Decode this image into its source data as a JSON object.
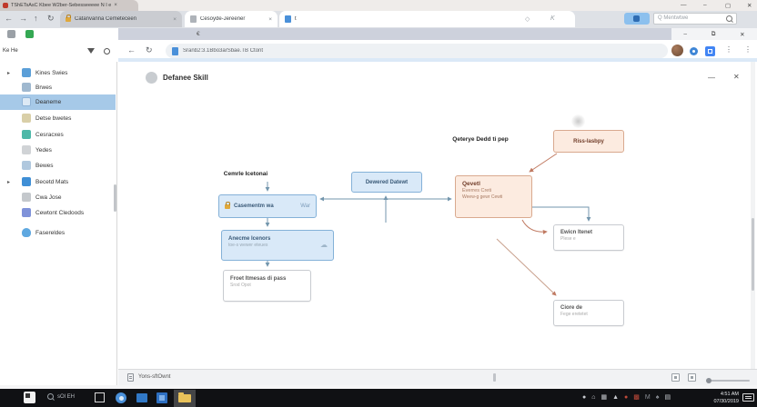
{
  "window": {
    "title": "TShETsAsC Kbee W2ber-Sebesseeeee N I e",
    "tab_close": "×",
    "controls": {
      "min_a": "—",
      "min_b": "–",
      "maximize": "▢",
      "close": "✕"
    }
  },
  "browser": {
    "nav": {
      "back": "←",
      "forward": "→",
      "up": "↑",
      "reload": "↻"
    },
    "tabs": [
      {
        "label": "Catanvanna Cemeteceen",
        "close": "×"
      },
      {
        "label": "Cesoyde-Jereener",
        "close": "×"
      },
      {
        "label": "t"
      }
    ],
    "aux_icon_1": "◇",
    "aux_icon_2": "K",
    "search_placeholder": "Q Mentwtwe",
    "inner_titlebar": {
      "label": "€",
      "minimize": "–",
      "restore": "⧉",
      "close": "✕"
    },
    "bookmark_label": "Ke He",
    "inner_nav": {
      "back": "←",
      "reload": "↻"
    },
    "url": "Sranb2:3.1Bbo3arSbae.TB Ctont",
    "menu_dots": "⋮"
  },
  "sidebar": {
    "expand_glyph": "▸",
    "items": [
      {
        "label": "Kines Swies"
      },
      {
        "label": "Brwes"
      },
      {
        "label": "Deaneme"
      },
      {
        "label": "Detse bwetes"
      },
      {
        "label": "Cesracxes"
      },
      {
        "label": "Yedes"
      },
      {
        "label": "Bewes"
      },
      {
        "label": "Becetd Mats"
      },
      {
        "label": "Cwa Jose"
      },
      {
        "label": "Cewtont Cledoods"
      },
      {
        "label": "Fasereldes"
      }
    ]
  },
  "panel": {
    "title": "Defanee Skill",
    "minimize": "—",
    "close": "✕"
  },
  "flowchart": {
    "labels": {
      "generate": "Cemrle Icetonai",
      "change": "Qeterye Dedd ti pep"
    },
    "nodes": {
      "n1": {
        "title": "Casementm wa",
        "badge": "War"
      },
      "n2": {
        "title": "Anecme Icenors",
        "subtitle": "toe-s wewer eteues",
        "icon": "☁"
      },
      "n3": {
        "title": "Froet Itmesas di pass",
        "subtitle": "Srod Opot"
      },
      "n4": {
        "title": "Dewered Datewt"
      },
      "n5": {
        "title": "Riss-lasbpy"
      },
      "n6": {
        "title": "Qevetl",
        "line2": "Everres Creti",
        "line3": "Weew-g gewr Cewti"
      },
      "n7": {
        "title": "Ewicn Itenet",
        "subtitle": "Plese e"
      },
      "n8": {
        "title": "Ciore de",
        "subtitle": "Fege eretetet"
      }
    }
  },
  "statusbar": {
    "label": "Yons-sftOwnt"
  },
  "taskbar": {
    "search_placeholder": "sOl EH",
    "tray_icons": [
      "●",
      "⌂",
      "▦",
      "▲",
      "●",
      "▩",
      "M",
      "♠",
      "▤"
    ],
    "clock_time": "4:51 AM",
    "clock_date": "07/30/2019"
  }
}
